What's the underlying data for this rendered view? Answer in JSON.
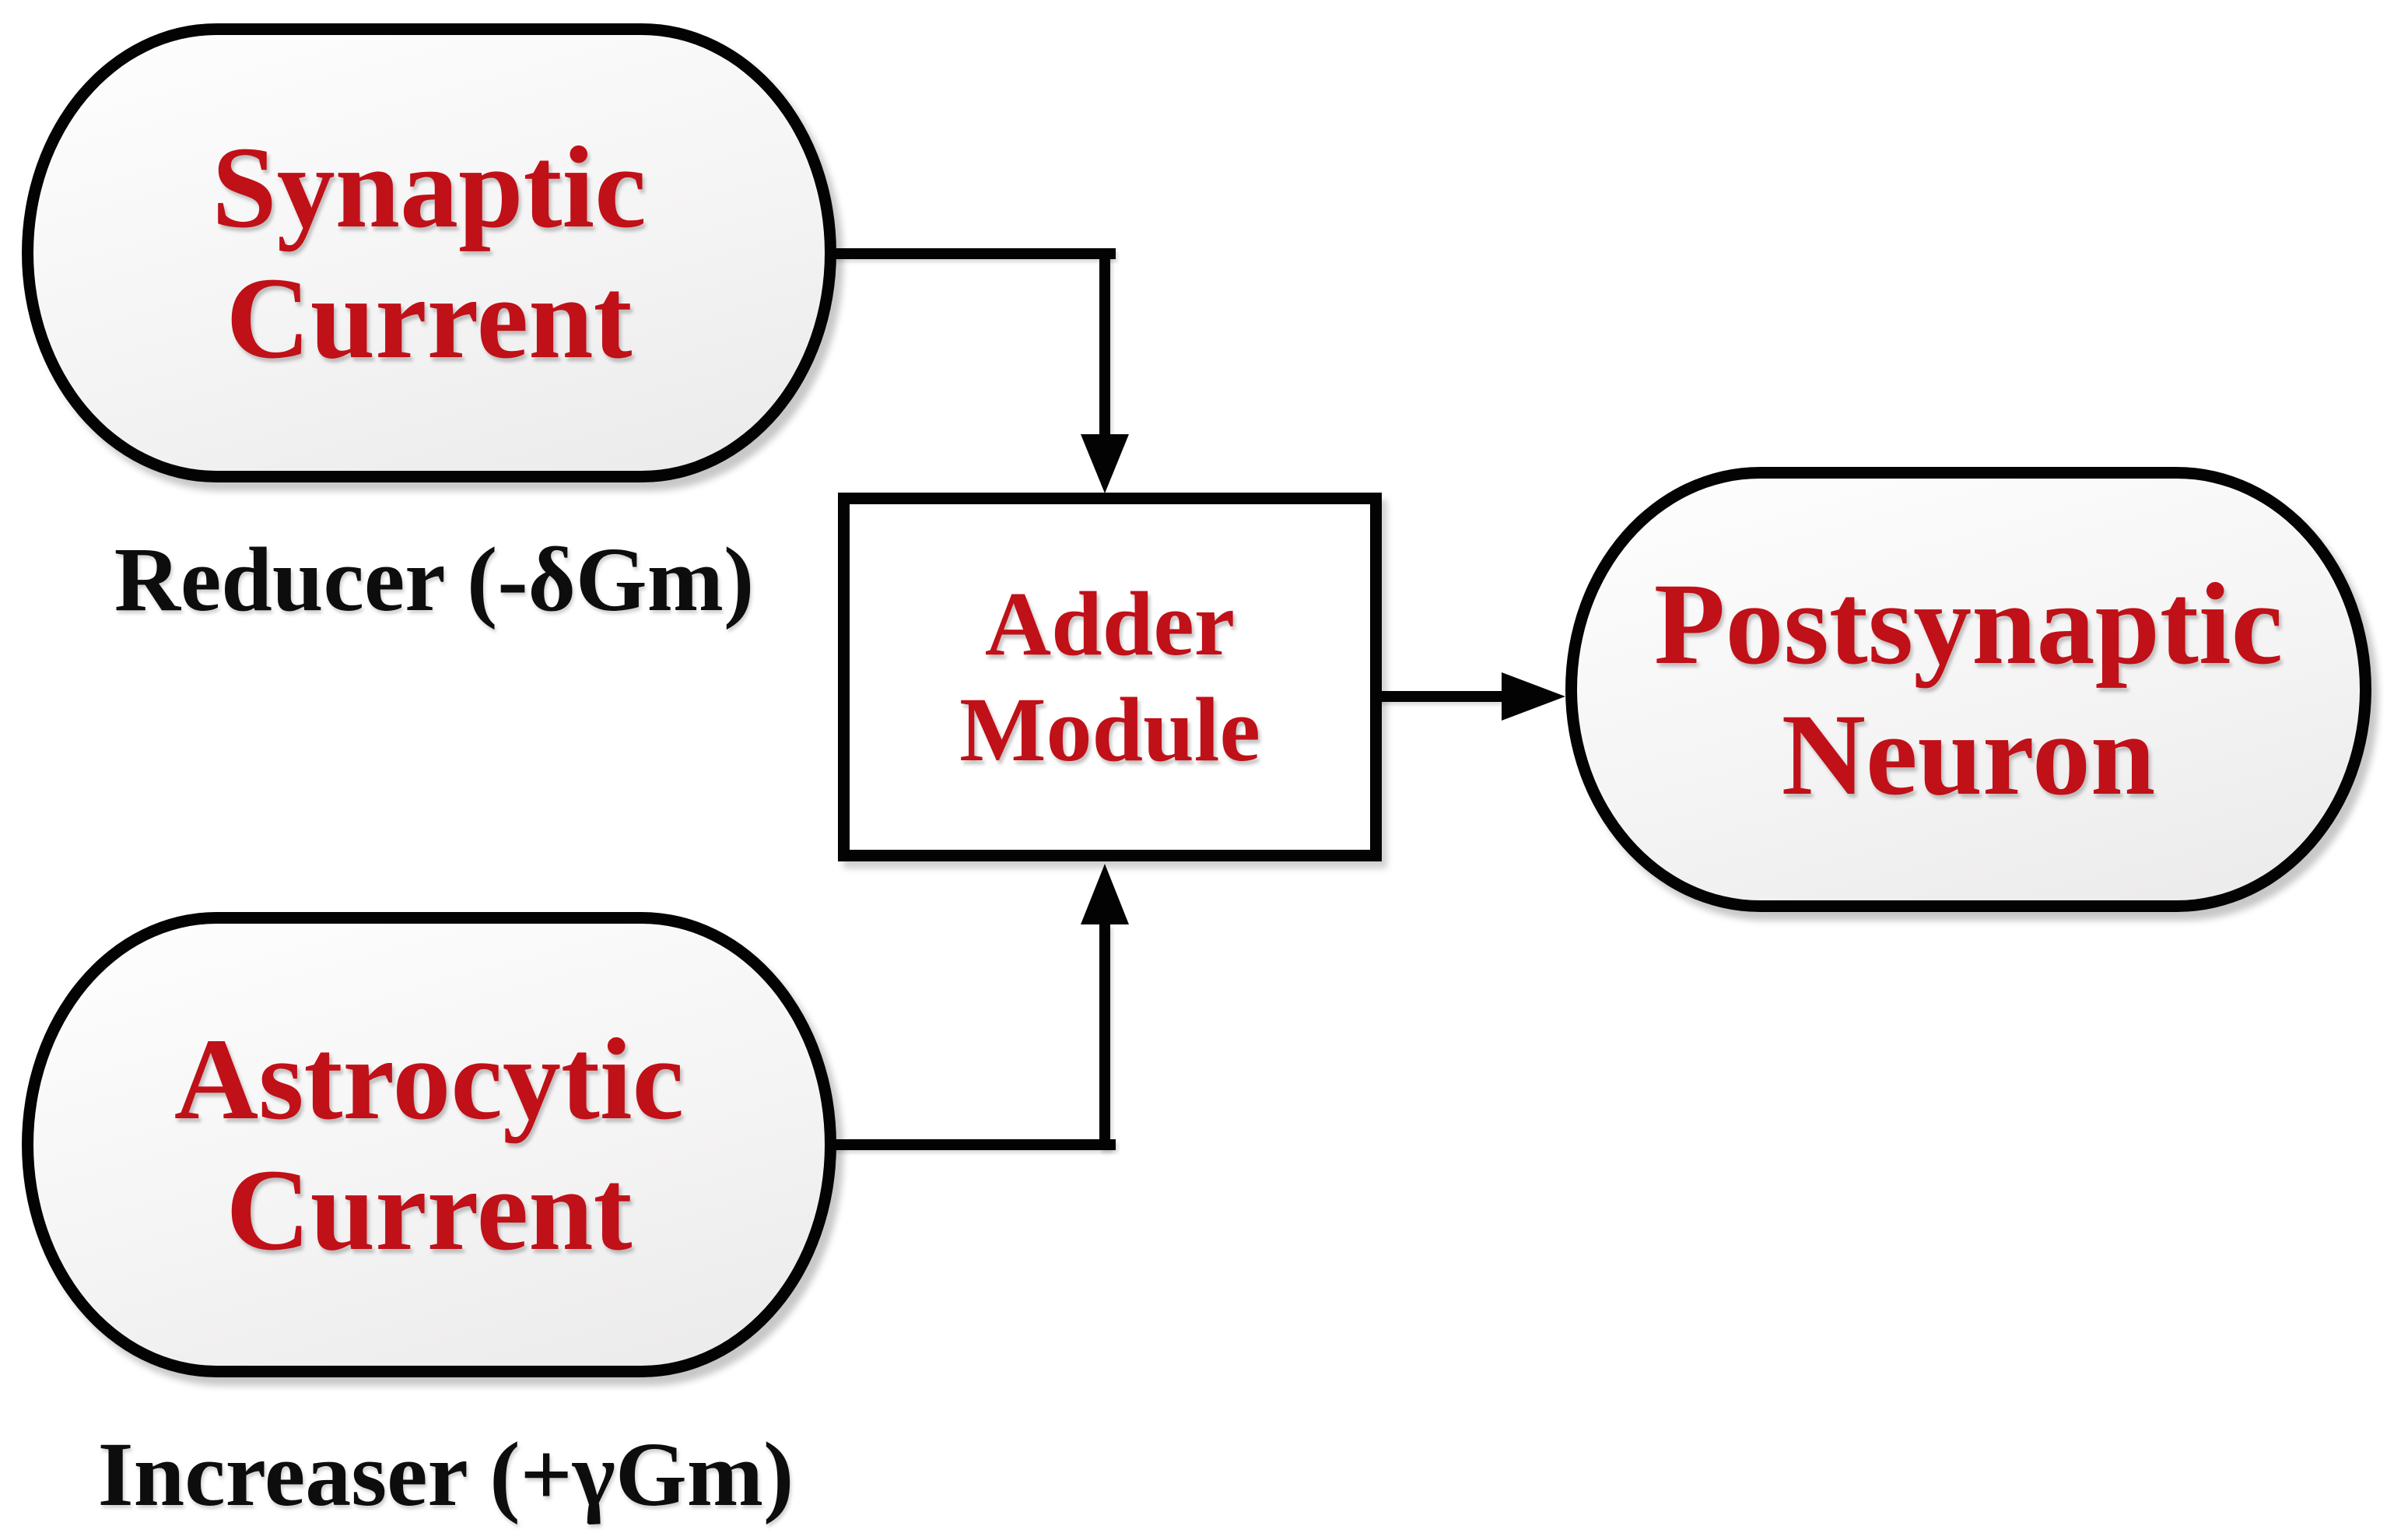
{
  "colors": {
    "node_text_red": "#C01018",
    "caption_black": "#0D0D0D",
    "border_black": "#030303",
    "background": "#FFFFFF",
    "pill_fill_top": "#FEFEFE",
    "pill_fill_bottom": "#EBEAEA"
  },
  "nodes": {
    "synaptic": {
      "line1": "Synaptic",
      "line2": "Current"
    },
    "astrocytic": {
      "line1": "Astrocytic",
      "line2": "Current"
    },
    "adder": {
      "line1": "Adder",
      "line2": "Module"
    },
    "postsynaptic": {
      "line1": "Postsynaptic",
      "line2": "Neuron"
    }
  },
  "labels": {
    "reducer": "Reducer (-δGm)",
    "increaser": "Increaser (+γGm)"
  },
  "edges": [
    {
      "from": "synaptic-current",
      "to": "adder-module",
      "arrow_direction": "down"
    },
    {
      "from": "astrocytic-current",
      "to": "adder-module",
      "arrow_direction": "up"
    },
    {
      "from": "adder-module",
      "to": "postsynaptic-neuron",
      "arrow_direction": "right"
    }
  ]
}
